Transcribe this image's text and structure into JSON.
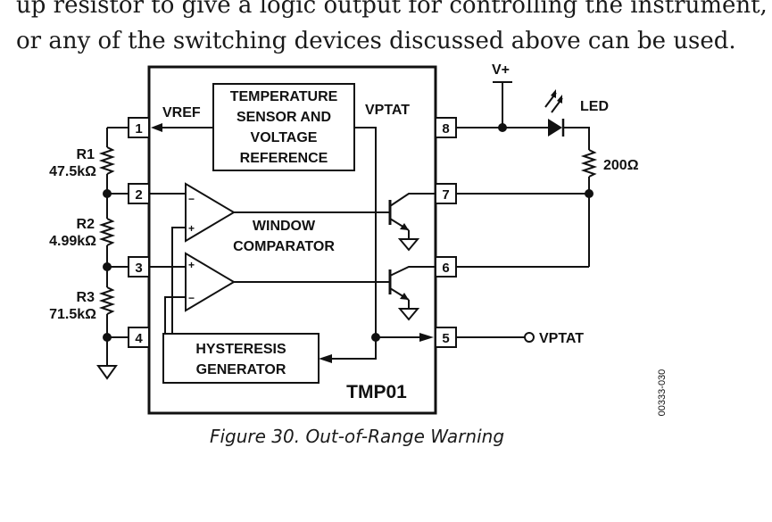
{
  "body_text": {
    "line1": "up resistor to give a logic output for controlling the instrument,",
    "line2": "or any of the switching devices discussed above can be used."
  },
  "diagram": {
    "chip_name": "TMP01",
    "blocks": {
      "sensor": [
        "TEMPERATURE",
        "SENSOR AND",
        "VOLTAGE",
        "REFERENCE"
      ],
      "comparator": [
        "WINDOW",
        "COMPARATOR"
      ],
      "hysteresis": [
        "HYSTERESIS",
        "GENERATOR"
      ]
    },
    "signals": {
      "vref": "VREF",
      "vptat_internal": "VPTAT",
      "vplus": "V+",
      "led": "LED",
      "vptat_out": "VPTAT"
    },
    "pins": [
      "1",
      "2",
      "3",
      "4",
      "5",
      "6",
      "7",
      "8"
    ],
    "resistors": {
      "r1_name": "R1",
      "r1_value": "47.5kΩ",
      "r2_name": "R2",
      "r2_value": "4.99kΩ",
      "r3_name": "R3",
      "r3_value": "71.5kΩ",
      "rled_value": "200Ω"
    },
    "figure_code": "00333-030"
  },
  "caption": "Figure 30. Out-of-Range Warning"
}
